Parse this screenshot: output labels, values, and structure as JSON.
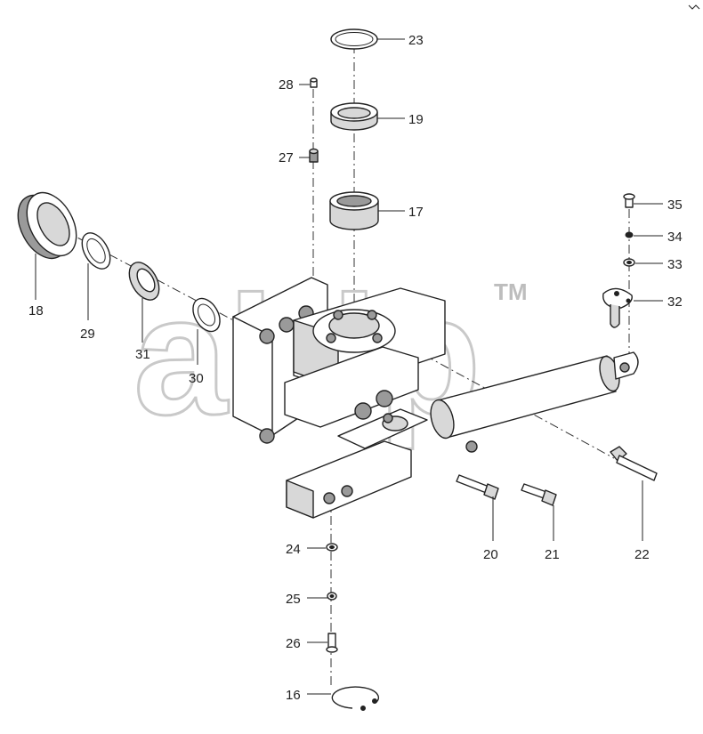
{
  "watermark": {
    "text": "aldp",
    "mark": "TM"
  },
  "callouts": [
    {
      "id": "c23",
      "label": "23"
    },
    {
      "id": "c28",
      "label": "28"
    },
    {
      "id": "c19",
      "label": "19"
    },
    {
      "id": "c27",
      "label": "27"
    },
    {
      "id": "c17",
      "label": "17"
    },
    {
      "id": "c35",
      "label": "35"
    },
    {
      "id": "c34",
      "label": "34"
    },
    {
      "id": "c33",
      "label": "33"
    },
    {
      "id": "c32",
      "label": "32"
    },
    {
      "id": "c18",
      "label": "18"
    },
    {
      "id": "c29",
      "label": "29"
    },
    {
      "id": "c31",
      "label": "31"
    },
    {
      "id": "c30",
      "label": "30"
    },
    {
      "id": "c20",
      "label": "20"
    },
    {
      "id": "c21",
      "label": "21"
    },
    {
      "id": "c22",
      "label": "22"
    },
    {
      "id": "c24",
      "label": "24"
    },
    {
      "id": "c25",
      "label": "25"
    },
    {
      "id": "c26",
      "label": "26"
    },
    {
      "id": "c16",
      "label": "16"
    }
  ]
}
